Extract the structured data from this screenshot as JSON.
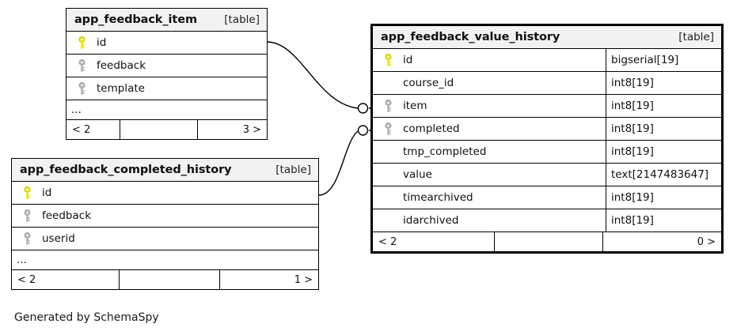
{
  "diagram": {
    "caption": "Generated by SchemaSpy",
    "table_tag": "[table]",
    "ellipsis": "...",
    "colors": {
      "primary_key": "#e8e800",
      "foreign_key": "#b3b3b3",
      "header_bg": "#f2f2f2",
      "border": "#000000",
      "background": "#ffffff"
    }
  },
  "tables": [
    {
      "id": "app_feedback_item",
      "name": "app_feedback_item",
      "tag": "[table]",
      "focused": false,
      "show_types": false,
      "columns": [
        {
          "name": "id",
          "key": "primary",
          "type": ""
        },
        {
          "name": "feedback",
          "key": "foreign",
          "type": ""
        },
        {
          "name": "template",
          "key": "foreign",
          "type": ""
        }
      ],
      "has_ellipsis": true,
      "footer": {
        "left": "< 2",
        "middle": "",
        "right": "3 >"
      }
    },
    {
      "id": "app_feedback_completed_history",
      "name": "app_feedback_completed_history",
      "tag": "[table]",
      "focused": false,
      "show_types": false,
      "columns": [
        {
          "name": "id",
          "key": "primary",
          "type": ""
        },
        {
          "name": "feedback",
          "key": "foreign",
          "type": ""
        },
        {
          "name": "userid",
          "key": "foreign",
          "type": ""
        }
      ],
      "has_ellipsis": true,
      "footer": {
        "left": "< 2",
        "middle": "",
        "right": "1 >"
      }
    },
    {
      "id": "app_feedback_value_history",
      "name": "app_feedback_value_history",
      "tag": "[table]",
      "focused": true,
      "show_types": true,
      "columns": [
        {
          "name": "id",
          "key": "primary",
          "type": "bigserial[19]"
        },
        {
          "name": "course_id",
          "key": "none",
          "type": "int8[19]"
        },
        {
          "name": "item",
          "key": "foreign",
          "type": "int8[19]"
        },
        {
          "name": "completed",
          "key": "foreign",
          "type": "int8[19]"
        },
        {
          "name": "tmp_completed",
          "key": "none",
          "type": "int8[19]"
        },
        {
          "name": "value",
          "key": "none",
          "type": "text[2147483647]"
        },
        {
          "name": "timearchived",
          "key": "none",
          "type": "int8[19]"
        },
        {
          "name": "idarchived",
          "key": "none",
          "type": "int8[19]"
        }
      ],
      "has_ellipsis": false,
      "footer": {
        "left": "< 2",
        "middle": "",
        "right": "0 >"
      }
    }
  ],
  "relationships": [
    {
      "from_table": "app_feedback_item",
      "from_column": "id",
      "to_table": "app_feedback_value_history",
      "to_column": "item",
      "cardinality": "zero-or-many"
    },
    {
      "from_table": "app_feedback_completed_history",
      "from_column": "id",
      "to_table": "app_feedback_value_history",
      "to_column": "completed",
      "cardinality": "zero-or-many"
    }
  ]
}
